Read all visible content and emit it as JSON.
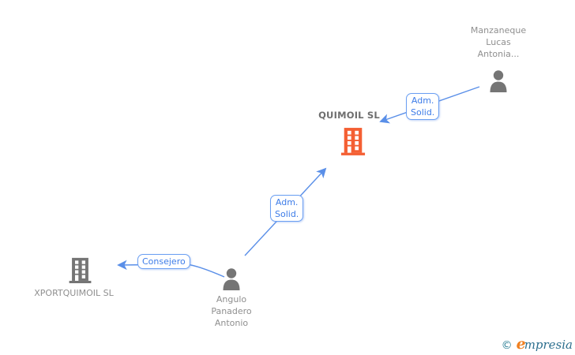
{
  "nodes": {
    "manzaneque": {
      "type": "person",
      "line1": "Manzaneque",
      "line2": "Lucas",
      "line3": "Antonia..."
    },
    "quimoil": {
      "type": "company",
      "label": "QUIMOIL SL"
    },
    "xportquimoil": {
      "type": "company",
      "label": "XPORTQUIMOIL SL"
    },
    "angulo": {
      "type": "person",
      "line1": "Angulo",
      "line2": "Panadero",
      "line3": "Antonio"
    }
  },
  "edge_labels": {
    "manzaneque_to_quimoil": {
      "line1": "Adm.",
      "line2": "Solid."
    },
    "angulo_to_quimoil": {
      "line1": "Adm.",
      "line2": "Solid."
    },
    "angulo_to_xportquimoil": {
      "label": "Consejero"
    }
  },
  "footer": {
    "copyright_symbol": "©",
    "brand_initial": "e",
    "brand_rest": "mpresia"
  },
  "colors": {
    "edge_blue": "#5a8fe8",
    "label_text_blue": "#3d7ce8",
    "company_highlight_orange": "#f45f33",
    "icon_gray": "#757575",
    "text_gray": "#8f8f8f",
    "logo_copyright_teal": "#2d8096",
    "logo_e_orange": "#f08020",
    "logo_word_teal": "#2d6f8e"
  }
}
